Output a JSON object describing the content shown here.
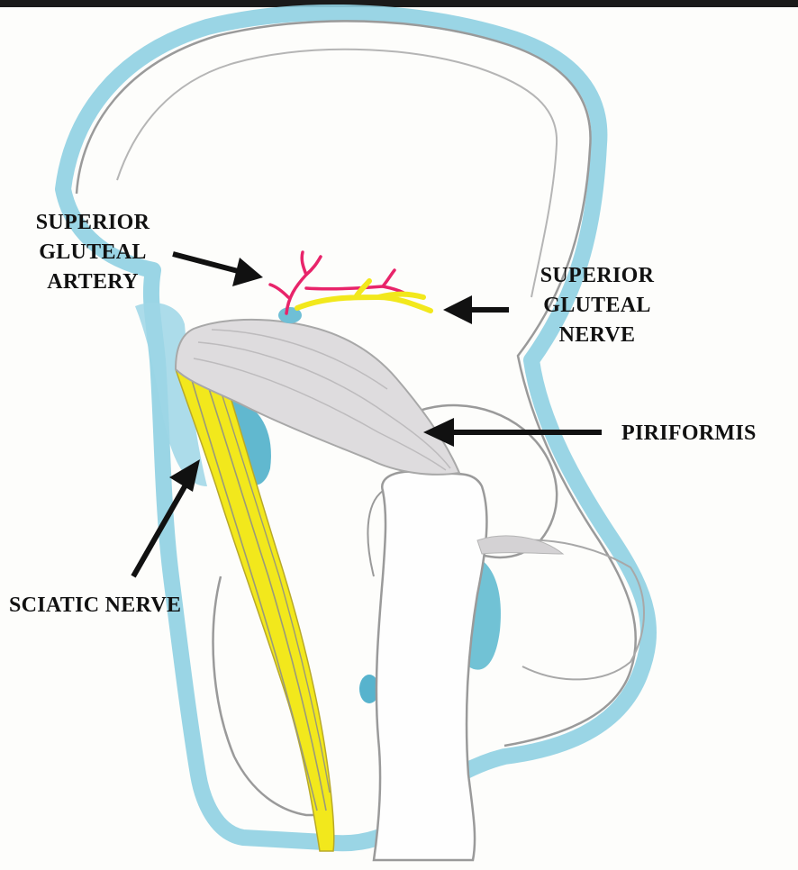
{
  "labels": {
    "superior_gluteal_artery": [
      "SUPERIOR",
      "GLUTEAL",
      "ARTERY"
    ],
    "superior_gluteal_nerve": [
      "SUPERIOR",
      "GLUTEAL",
      "NERVE"
    ],
    "piriformis": "PIRIFORMIS",
    "sciatic_nerve": "SCIATIC NERVE"
  },
  "colors": {
    "bone_outline": "#9a9a9a",
    "cartilage_blue": "#7cc8dc",
    "cartilage_dark": "#3aa6c4",
    "muscle_gray": "#d9d7d9",
    "nerve_yellow": "#f2e81c",
    "artery_red": "#e8246a",
    "arrow": "#111111"
  }
}
